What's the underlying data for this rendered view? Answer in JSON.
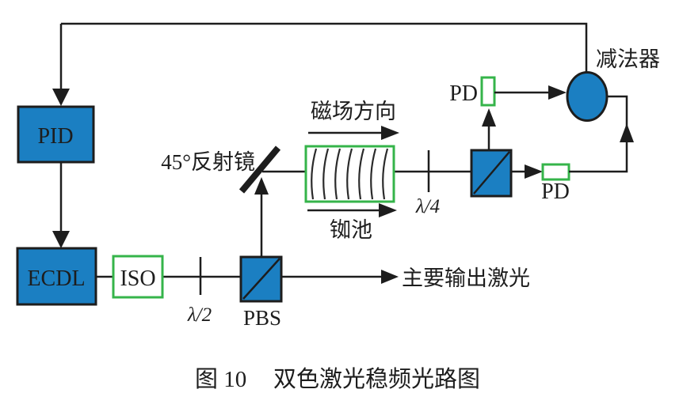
{
  "labels": {
    "pid": "PID",
    "ecdl": "ECDL",
    "iso": "ISO",
    "half_waveplate": "λ/2",
    "pbs": "PBS",
    "mirror_45": "45°反射镜",
    "field_direction": "磁场方向",
    "rb_cell": "铷池",
    "quarter_waveplate": "λ/4",
    "pd_monitor": "PD",
    "pd_output": "PD",
    "subtractor": "减法器",
    "main_output": "主要输出激光"
  },
  "caption": {
    "figure": "图 10",
    "title": "双色激光稳频光路图"
  },
  "colors": {
    "component_blue": "#1b7fc2",
    "component_green": "#35b44a",
    "line_black": "#1d1d1d"
  }
}
